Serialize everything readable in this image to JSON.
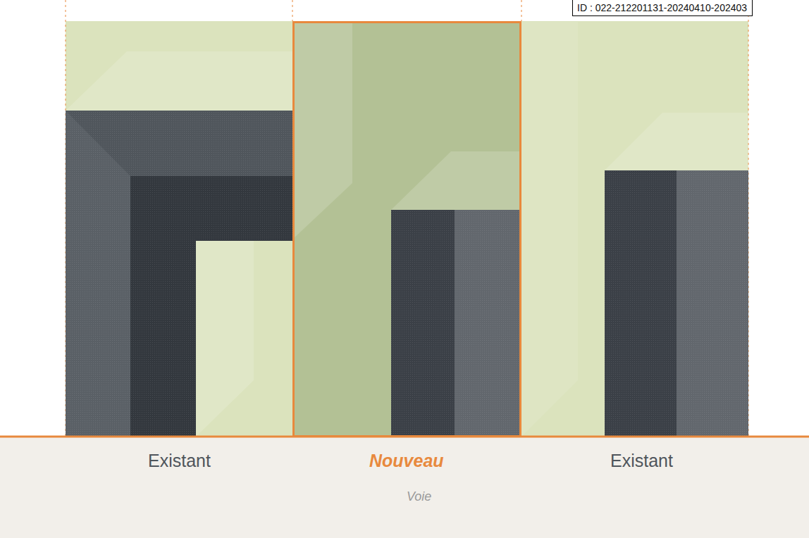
{
  "diagram": {
    "nodes": [
      {
        "text": [
          "ID : 022-212201131-20240410-202403"
        ]
      }
    ],
    "labels": [
      "Existant",
      "Nouveau",
      "Existant",
      "Voie"
    ]
  }
}
